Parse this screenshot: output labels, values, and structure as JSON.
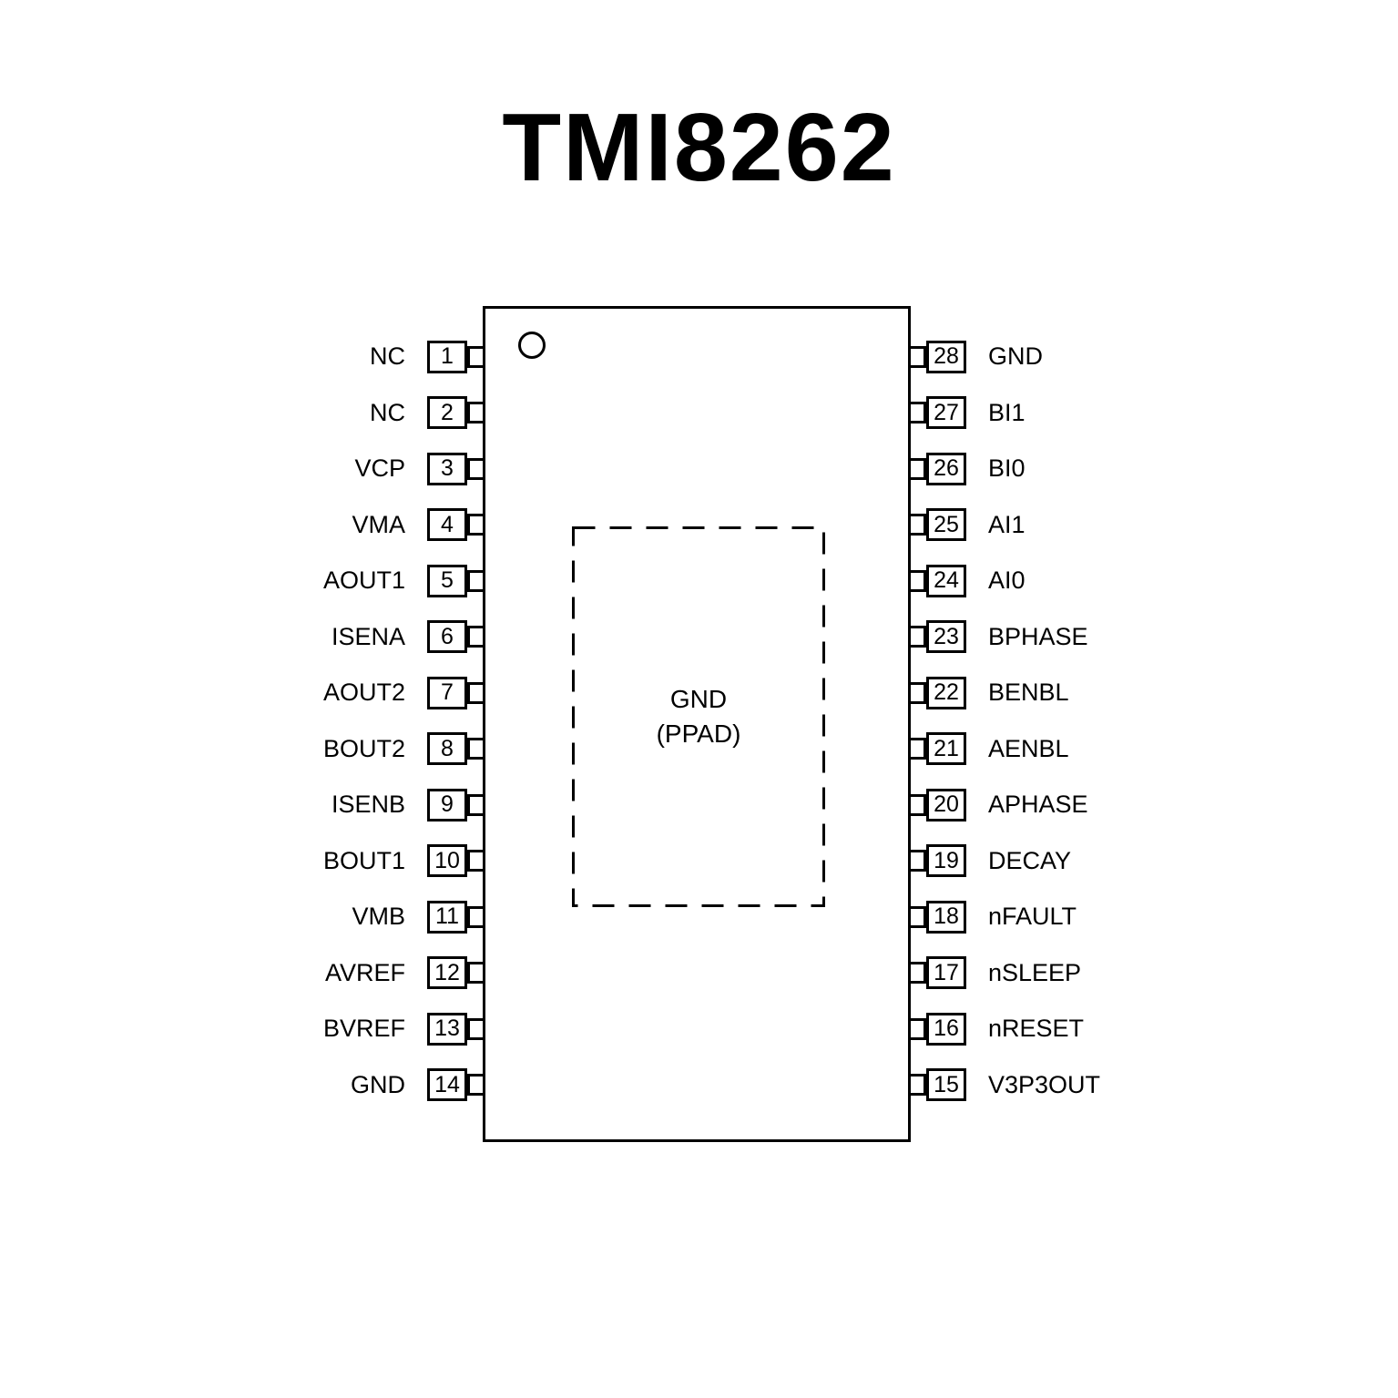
{
  "title": "TMI8262",
  "colors": {
    "line": "#000000",
    "background": "#ffffff"
  },
  "chip": {
    "ppad_label_line1": "GND",
    "ppad_label_line2": "(PPAD)"
  },
  "left_pins": [
    {
      "number": "1",
      "label": "NC"
    },
    {
      "number": "2",
      "label": "NC"
    },
    {
      "number": "3",
      "label": "VCP"
    },
    {
      "number": "4",
      "label": "VMA"
    },
    {
      "number": "5",
      "label": "AOUT1"
    },
    {
      "number": "6",
      "label": "ISENA"
    },
    {
      "number": "7",
      "label": "AOUT2"
    },
    {
      "number": "8",
      "label": "BOUT2"
    },
    {
      "number": "9",
      "label": "ISENB"
    },
    {
      "number": "10",
      "label": "BOUT1"
    },
    {
      "number": "11",
      "label": "VMB"
    },
    {
      "number": "12",
      "label": "AVREF"
    },
    {
      "number": "13",
      "label": "BVREF"
    },
    {
      "number": "14",
      "label": "GND"
    }
  ],
  "right_pins": [
    {
      "number": "28",
      "label": "GND"
    },
    {
      "number": "27",
      "label": "BI1"
    },
    {
      "number": "26",
      "label": "BI0"
    },
    {
      "number": "25",
      "label": "AI1"
    },
    {
      "number": "24",
      "label": "AI0"
    },
    {
      "number": "23",
      "label": "BPHASE"
    },
    {
      "number": "22",
      "label": "BENBL"
    },
    {
      "number": "21",
      "label": "AENBL"
    },
    {
      "number": "20",
      "label": "APHASE"
    },
    {
      "number": "19",
      "label": "DECAY"
    },
    {
      "number": "18",
      "label": "nFAULT"
    },
    {
      "number": "17",
      "label": "nSLEEP"
    },
    {
      "number": "16",
      "label": "nRESET"
    },
    {
      "number": "15",
      "label": "V3P3OUT"
    }
  ]
}
